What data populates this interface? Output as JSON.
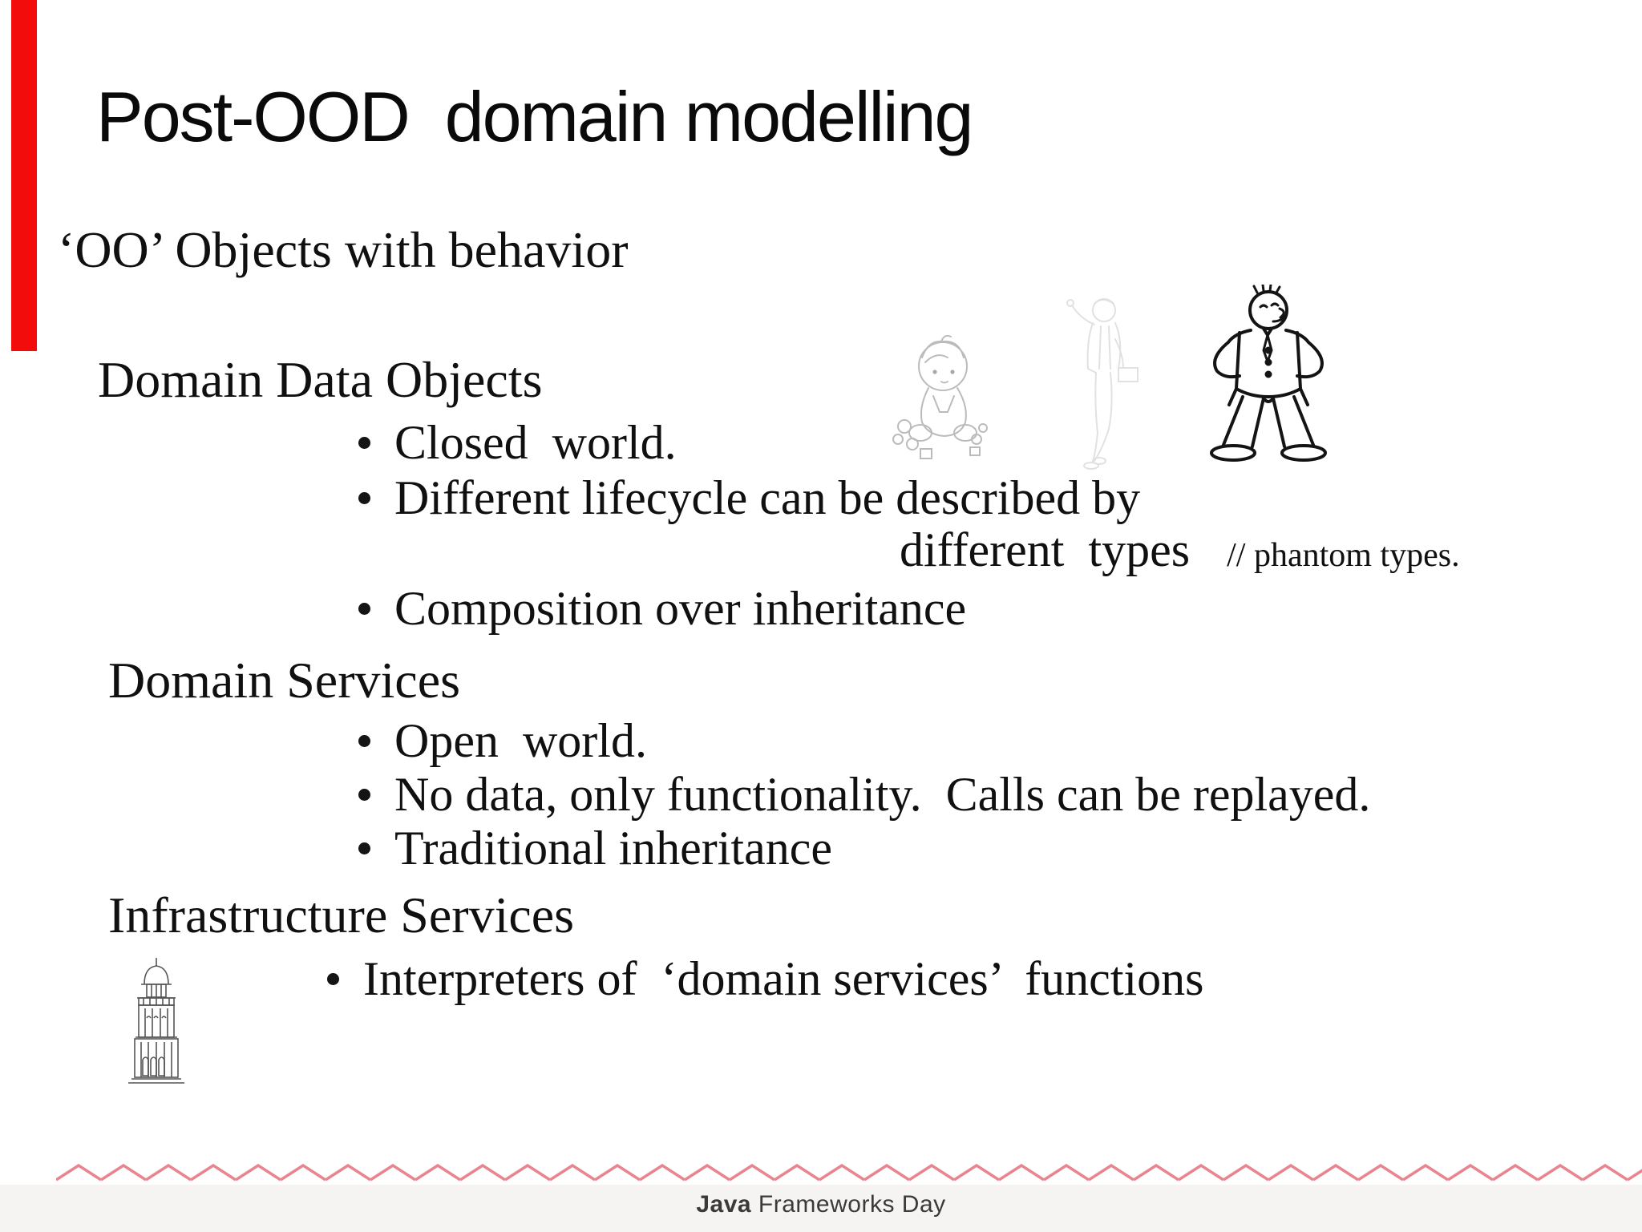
{
  "slide": {
    "title": "Post-OOD  domain modelling",
    "subtitle": "‘OO’ Objects with behavior",
    "sections": {
      "domain_data": {
        "heading": "Domain Data Objects",
        "bullet1": "Closed  world.",
        "bullet2_line1": "Different lifecycle can be described by",
        "bullet2_line2": "different  types",
        "bullet2_note": "// phantom types.",
        "bullet3": "Composition over inheritance"
      },
      "domain_services": {
        "heading": "Domain Services",
        "bullet1": "Open  world.",
        "bullet2": "No data, only functionality.  Calls can be replayed.",
        "bullet3": "Traditional inheritance"
      },
      "infrastructure": {
        "heading": "Infrastructure Services",
        "bullet1": "Interpreters of  ‘domain services’  functions"
      }
    },
    "footer": {
      "brand_bold": "Java",
      "brand_rest": " Frameworks Day"
    },
    "colors": {
      "accent_red_bar": "#f20c0c",
      "zigzag_pink": "#e8858f",
      "footer_text": "#3a3a3a"
    },
    "images": {
      "baby": "baby-with-toys-sketch",
      "waving_person": "faint-waving-person-sketch",
      "cartoon_man": "cartoon-man-hands-on-hips",
      "building": "cathedral-building-sketch"
    }
  }
}
